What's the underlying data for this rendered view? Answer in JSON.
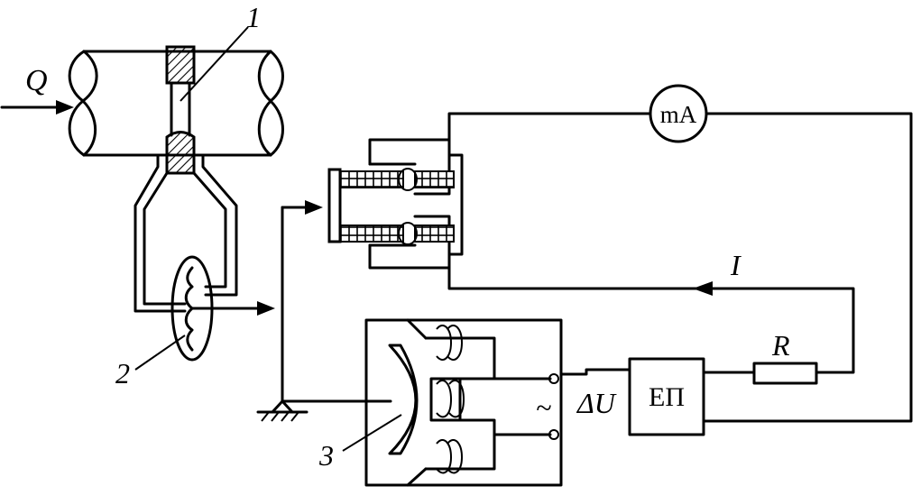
{
  "labels": {
    "flow": "Q",
    "part1": "1",
    "part2": "2",
    "part3": "3",
    "meter": "mA",
    "current": "I",
    "resistor": "R",
    "tilde": "~",
    "voltage": "ΔU",
    "amplifier": "ЕП"
  },
  "colors": {
    "ink": "#000000",
    "paper": "#ffffff"
  }
}
